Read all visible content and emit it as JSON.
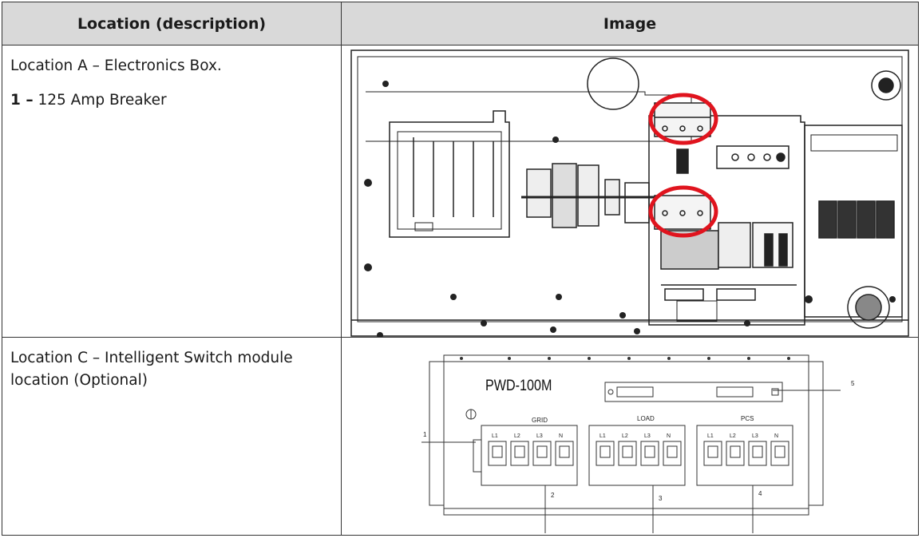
{
  "table": {
    "headers": [
      "Location (description)",
      "Image"
    ],
    "rows": [
      {
        "title": "Location A – Electronics Box.",
        "item_num": "1 –",
        "item_text": " 125 Amp Breaker"
      },
      {
        "title": "Location C – Intelligent Switch module location (Optional)"
      }
    ]
  },
  "diagram": {
    "model": "PWD-100M",
    "groups": [
      "GRID",
      "LOAD",
      "PCS"
    ],
    "terminal_labels": [
      "L1",
      "L2",
      "L3",
      "N"
    ],
    "callouts": [
      "1",
      "2",
      "3",
      "4",
      "5"
    ],
    "highlight_color": "#e0141e"
  }
}
